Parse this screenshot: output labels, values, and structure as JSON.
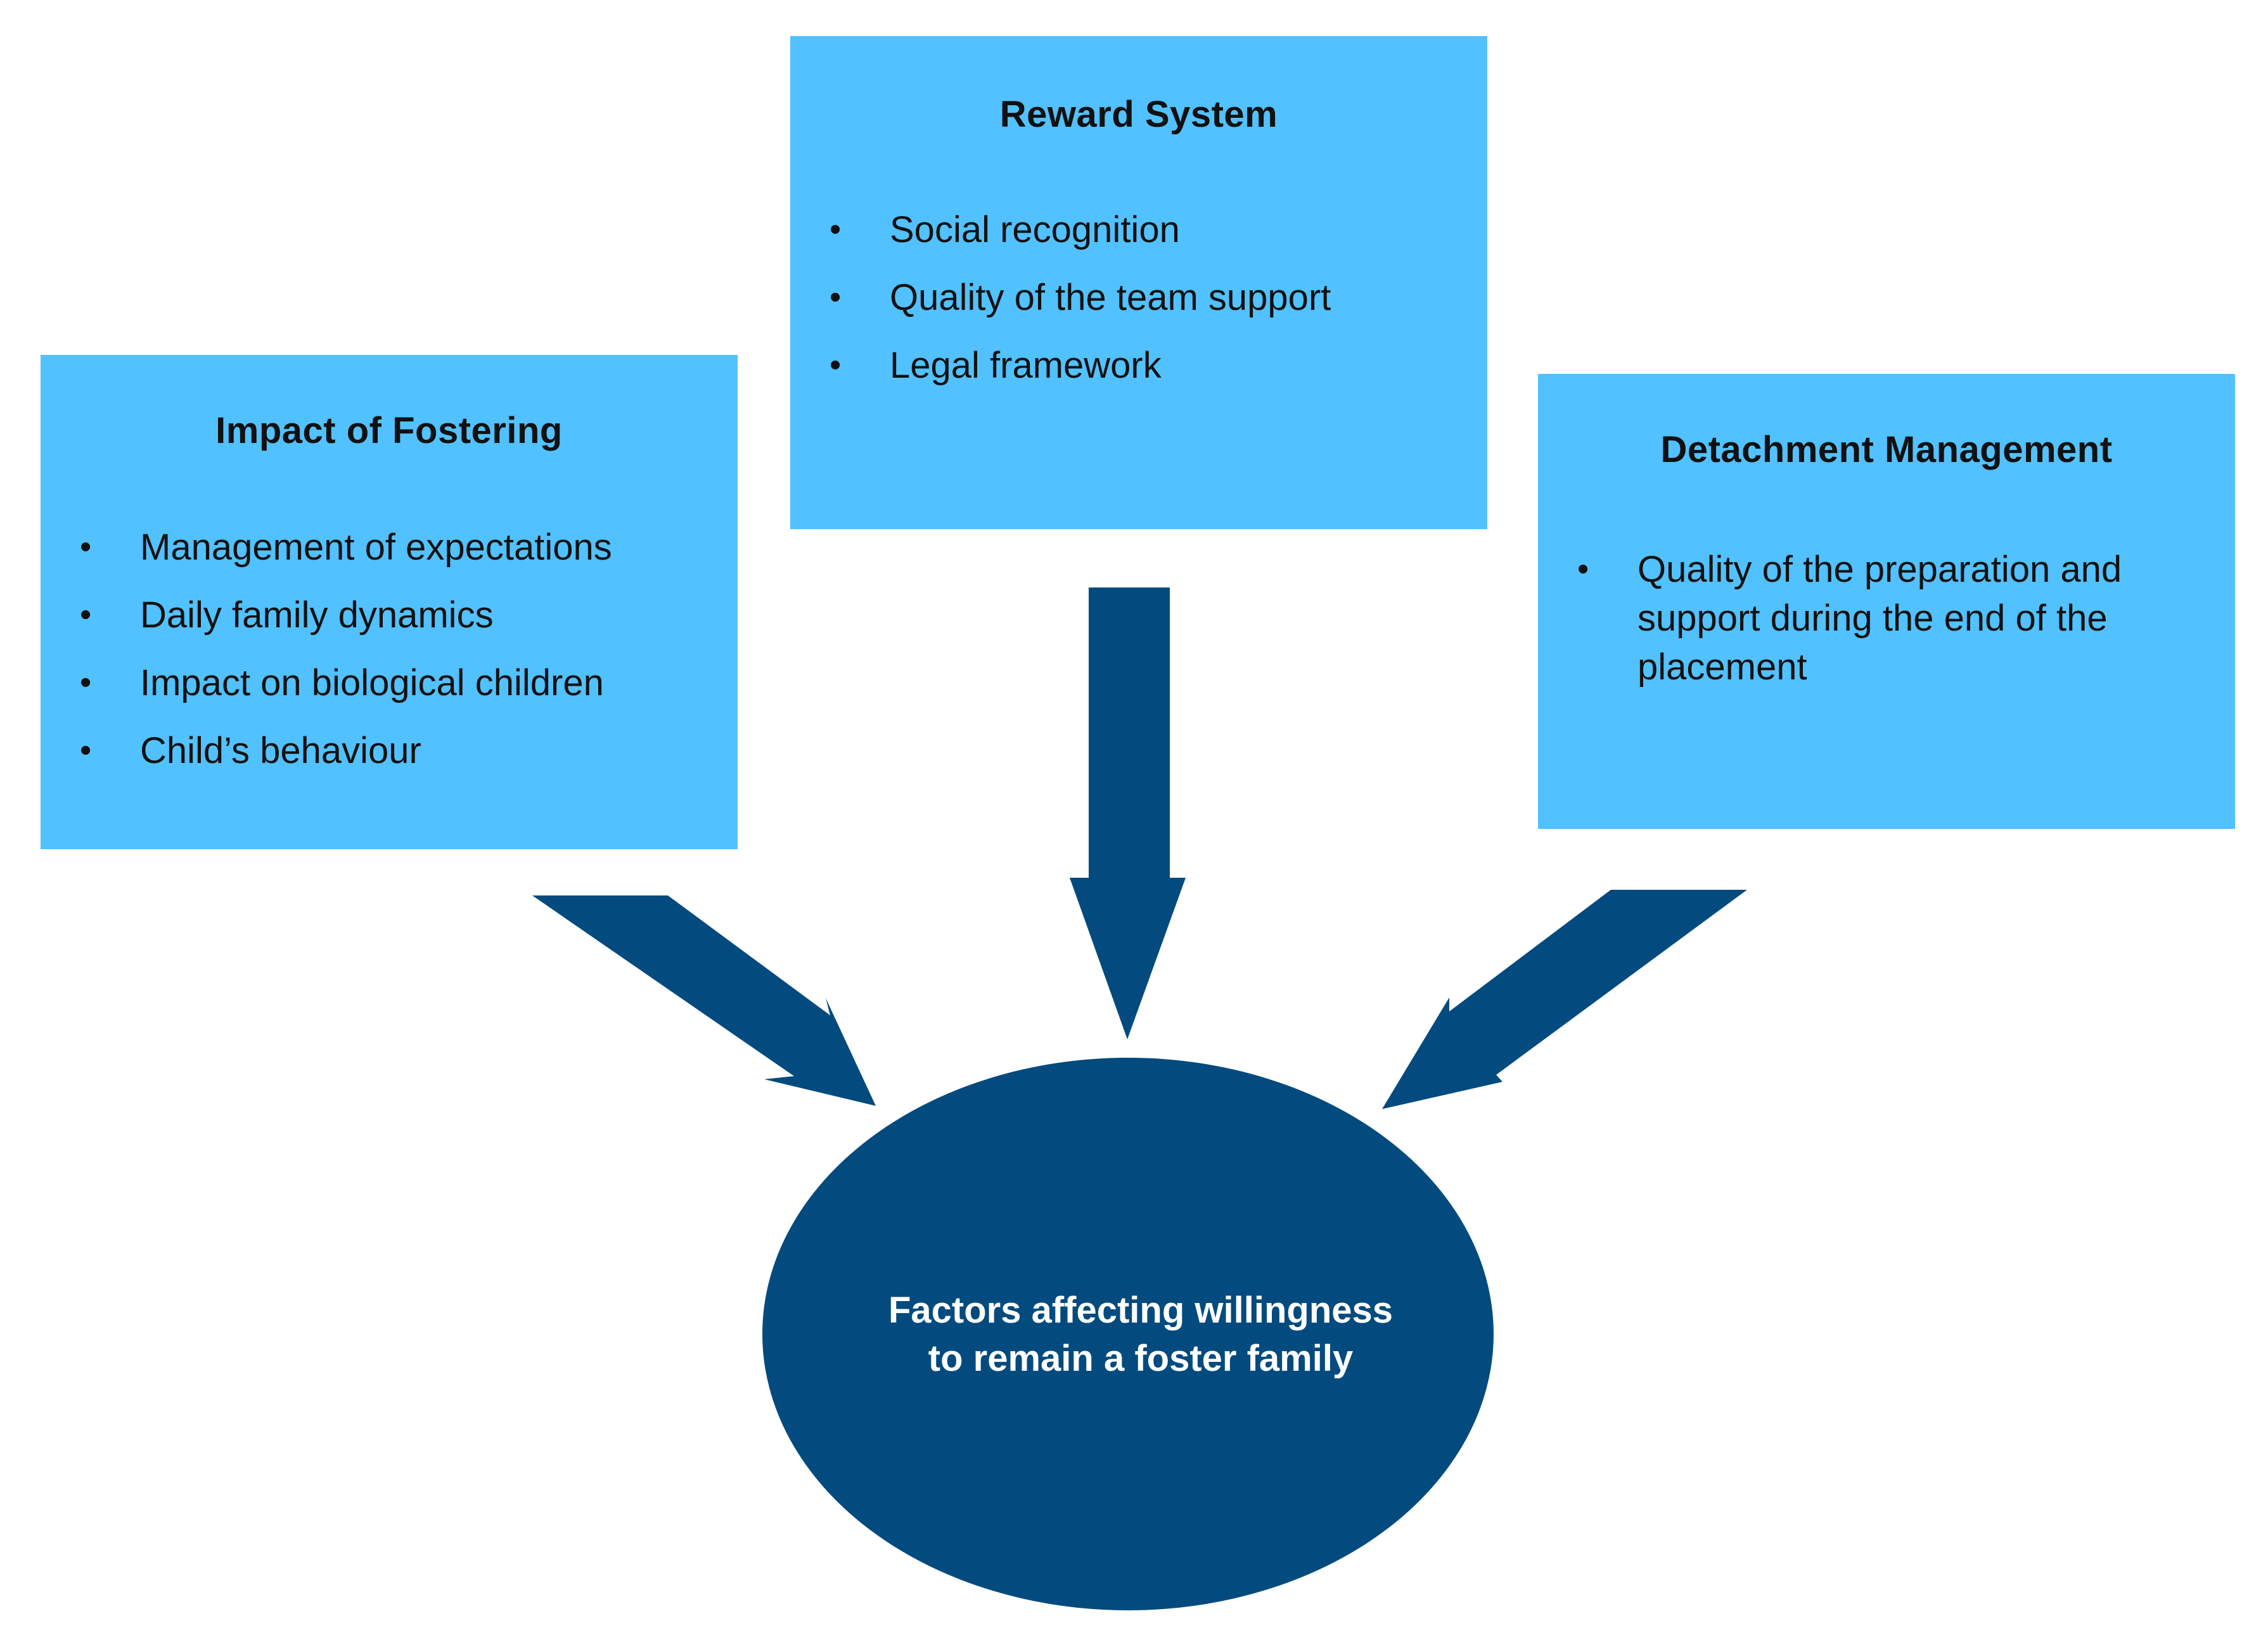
{
  "colors": {
    "box_fill": "#52c1ff",
    "dark_blue": "#034b7e",
    "text_dark": "#111111",
    "text_light": "#ffffff"
  },
  "boxes": {
    "impact": {
      "title": "Impact of Fostering",
      "items": [
        "Management of expectations",
        "Daily family dynamics",
        "Impact on biological children",
        "Child’s behaviour"
      ]
    },
    "reward": {
      "title": "Reward System",
      "items": [
        "Social recognition",
        "Quality of the team support",
        "Legal framework"
      ]
    },
    "detachment": {
      "title": "Detachment Management",
      "items": [
        "Quality of the preparation and support during the end of the placement"
      ]
    }
  },
  "center": {
    "label": "Factors affecting willingness\nto remain a foster family"
  }
}
